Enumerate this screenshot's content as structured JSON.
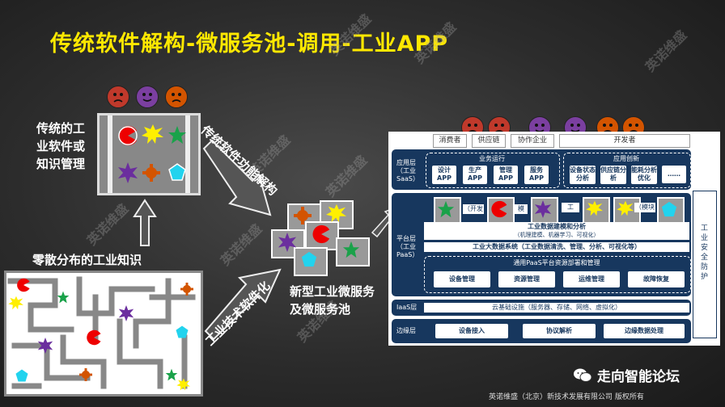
{
  "title": "传统软件解构-微服务池-调用-工业APP",
  "left": {
    "legacy_label": "传统的工业软件或知识管理",
    "scattered_label": "零散分布的工业知识"
  },
  "arrows": {
    "deconstruct": "传统软件功能解构",
    "softwarize": "工业技术软件化"
  },
  "pool_label": "新型工业微服务及微服务池",
  "watermark": "英诺维盛",
  "platform": {
    "tabs": [
      "消费者",
      "供应链",
      "协作企业",
      "开发者"
    ],
    "app_layer": {
      "label": "应用层（工业SaaS）",
      "business_header": "业务运行",
      "innovation_header": "应用创新",
      "business_apps": [
        "设计APP",
        "生产APP",
        "管理APP",
        "服务APP"
      ],
      "innovation_apps": [
        "设备状态分析",
        "供应链分析",
        "能耗分析优化",
        "……"
      ]
    },
    "paas_layer": {
      "label": "平台层（工业PaaS）",
      "modeling_title": "工业数据建模和分析",
      "modeling_sub": "（机理建模、机器学习、可视化）",
      "bigdata": "工业大数据系统（工业数据清洗、管理、分析、可视化等）",
      "general_title": "通用PaaS平台资源部署和管理",
      "general_buttons": [
        "设备管理",
        "资源管理",
        "运维管理",
        "故障恢复"
      ],
      "frag_1": "（开发",
      "frag_2": "模",
      "frag_3": "工",
      "frag_4": "（模块"
    },
    "iaas_layer": {
      "label": "IaaS层",
      "text": "云基础设施（服务器、存储、网络、虚拟化）"
    },
    "edge_layer": {
      "label": "边缘层",
      "buttons": [
        "设备接入",
        "协议解析",
        "边缘数据处理"
      ]
    },
    "security": "工业安全防护"
  },
  "footer": {
    "wechat": "走向智能论坛",
    "copyright": "英诺维盛（北京）新技术发展有限公司 版权所有"
  },
  "colors": {
    "title": "#ffe800",
    "panel_blue": "#17375e",
    "face_red": "#c0392b",
    "face_purple": "#7b3fa0",
    "face_orange": "#d35400"
  }
}
